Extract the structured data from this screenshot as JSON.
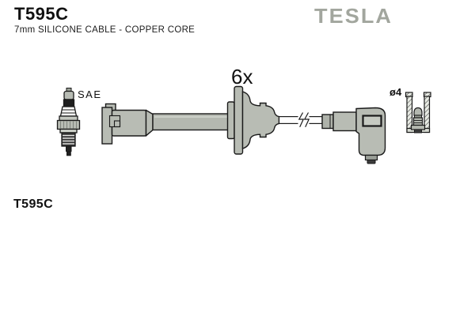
{
  "header": {
    "part_number": "T595C",
    "subtitle": "7mm SILICONE CABLE - COPPER CORE"
  },
  "brand": {
    "logo_text": "TESLA",
    "logo_color": "#a2a69e"
  },
  "diagram": {
    "quantity_label": "6x",
    "spark_plug_label": "SAE",
    "terminal_diameter_label": "ø4",
    "footer_part_number": "T595C",
    "components": [
      "spark-plug",
      "cylindrical-boot",
      "cable-shaft",
      "center-bell-boot",
      "cable-break",
      "angled-boot",
      "terminal-cross-section"
    ],
    "colors": {
      "outline": "#1a1a1a",
      "body_gray": "#b8bcb4",
      "shaft_gray": "#b4b8b0",
      "dark_parts": "#2e2e2e",
      "background": "#ffffff"
    }
  }
}
